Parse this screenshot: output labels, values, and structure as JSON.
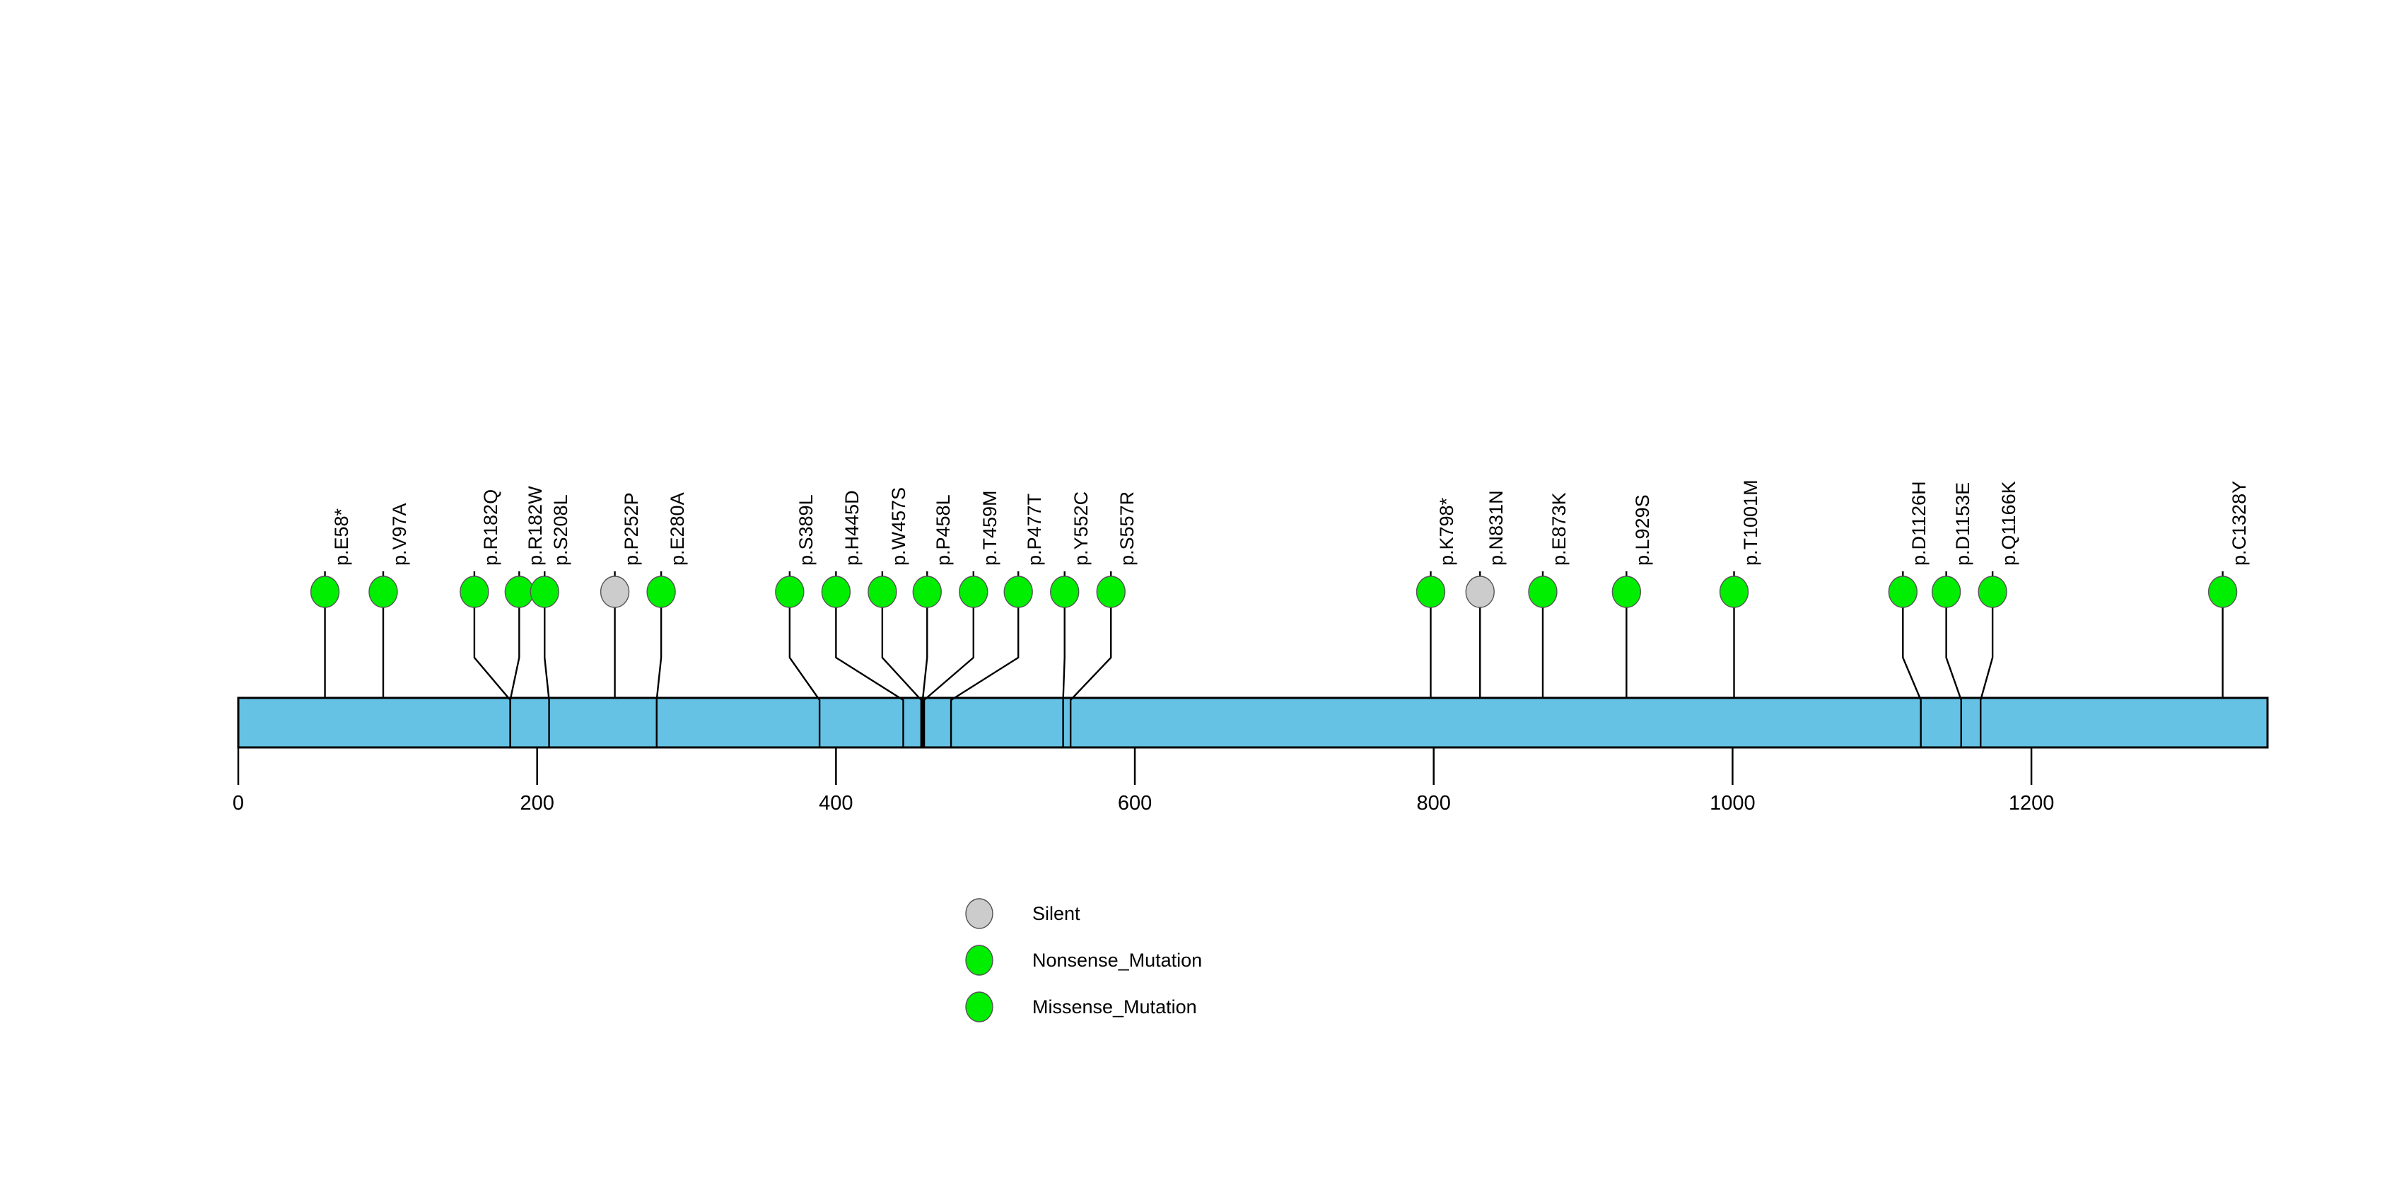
{
  "chart_data": {
    "type": "scatter",
    "title": "",
    "subtitle": "",
    "xlabel": "",
    "ylabel": "",
    "xlim": [
      0,
      1358
    ],
    "protein_length": 1358,
    "grid": false,
    "legend_position": "bottom-center",
    "xticks": [
      0,
      200,
      400,
      600,
      800,
      1000,
      1200
    ],
    "xtick_labels": [
      "0",
      "200",
      "400",
      "600",
      "800",
      "1000",
      "1200"
    ],
    "domain_bar": {
      "start": 0,
      "end": 1358,
      "color": "#66C2E5",
      "border_color": "#000000"
    },
    "colors": {
      "silent": "#CCCCCC",
      "nonsense": "#00EE00",
      "missense": "#00EE00",
      "stem": "#000000",
      "bar": "#66C2E5",
      "axis": "#000000"
    },
    "legend": [
      {
        "label": "Silent",
        "color": "#CCCCCC"
      },
      {
        "label": "Nonsense_Mutation",
        "color": "#00EE00"
      },
      {
        "label": "Missense_Mutation",
        "color": "#00EE00"
      }
    ],
    "mutations": [
      {
        "label": "p.E58*",
        "position": 58,
        "type": "Nonsense_Mutation",
        "color": "#00EE00",
        "label_x": 58,
        "count": 1
      },
      {
        "label": "p.V97A",
        "position": 97,
        "type": "Missense_Mutation",
        "color": "#00EE00",
        "label_x": 97,
        "count": 1
      },
      {
        "label": "p.R182Q",
        "position": 182,
        "type": "Missense_Mutation",
        "color": "#00EE00",
        "label_x": 158,
        "count": 1
      },
      {
        "label": "p.R182W",
        "position": 182,
        "type": "Missense_Mutation",
        "color": "#00EE00",
        "label_x": 188,
        "count": 1
      },
      {
        "label": "p.S208L",
        "position": 208,
        "type": "Missense_Mutation",
        "color": "#00EE00",
        "label_x": 205,
        "count": 1
      },
      {
        "label": "p.P252P",
        "position": 252,
        "type": "Silent",
        "color": "#CCCCCC",
        "label_x": 252,
        "count": 1
      },
      {
        "label": "p.E280A",
        "position": 280,
        "type": "Missense_Mutation",
        "color": "#00EE00",
        "label_x": 283,
        "count": 1
      },
      {
        "label": "p.S389L",
        "position": 389,
        "type": "Missense_Mutation",
        "color": "#00EE00",
        "label_x": 369,
        "count": 1
      },
      {
        "label": "p.H445D",
        "position": 445,
        "type": "Missense_Mutation",
        "color": "#00EE00",
        "label_x": 400,
        "count": 1
      },
      {
        "label": "p.W457S",
        "position": 457,
        "type": "Missense_Mutation",
        "color": "#00EE00",
        "label_x": 431,
        "count": 1
      },
      {
        "label": "p.P458L",
        "position": 458,
        "type": "Missense_Mutation",
        "color": "#00EE00",
        "label_x": 461,
        "count": 1
      },
      {
        "label": "p.T459M",
        "position": 459,
        "type": "Missense_Mutation",
        "color": "#00EE00",
        "label_x": 492,
        "count": 1
      },
      {
        "label": "p.P477T",
        "position": 477,
        "type": "Missense_Mutation",
        "color": "#00EE00",
        "label_x": 522,
        "count": 1
      },
      {
        "label": "p.Y552C",
        "position": 552,
        "type": "Missense_Mutation",
        "color": "#00EE00",
        "label_x": 553,
        "count": 1
      },
      {
        "label": "p.S557R",
        "position": 557,
        "type": "Missense_Mutation",
        "color": "#00EE00",
        "label_x": 584,
        "count": 1
      },
      {
        "label": "p.K798*",
        "position": 798,
        "type": "Nonsense_Mutation",
        "color": "#00EE00",
        "label_x": 798,
        "count": 1
      },
      {
        "label": "p.N831N",
        "position": 831,
        "type": "Silent",
        "color": "#CCCCCC",
        "label_x": 831,
        "count": 1
      },
      {
        "label": "p.E873K",
        "position": 873,
        "type": "Missense_Mutation",
        "color": "#00EE00",
        "label_x": 873,
        "count": 1
      },
      {
        "label": "p.L929S",
        "position": 929,
        "type": "Missense_Mutation",
        "color": "#00EE00",
        "label_x": 929,
        "count": 1
      },
      {
        "label": "p.T1001M",
        "position": 1001,
        "type": "Missense_Mutation",
        "color": "#00EE00",
        "label_x": 1001,
        "count": 1
      },
      {
        "label": "p.D1126H",
        "position": 1126,
        "type": "Missense_Mutation",
        "color": "#00EE00",
        "label_x": 1114,
        "count": 1
      },
      {
        "label": "p.D1153E",
        "position": 1153,
        "type": "Missense_Mutation",
        "color": "#00EE00",
        "label_x": 1143,
        "count": 1
      },
      {
        "label": "p.Q1166K",
        "position": 1166,
        "type": "Missense_Mutation",
        "color": "#00EE00",
        "label_x": 1174,
        "count": 1
      },
      {
        "label": "p.C1328Y",
        "position": 1328,
        "type": "Missense_Mutation",
        "color": "#00EE00",
        "label_x": 1328,
        "count": 1
      }
    ]
  }
}
